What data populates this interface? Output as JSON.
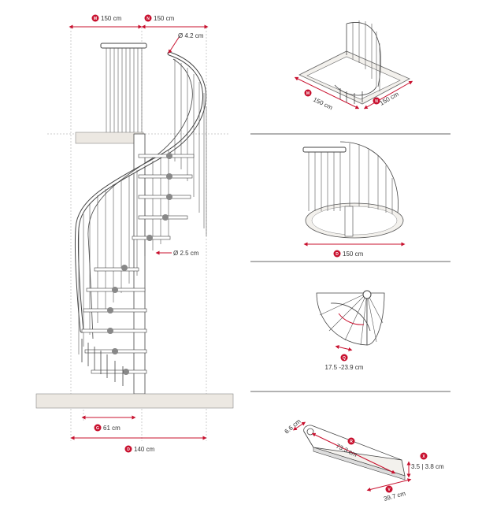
{
  "colors": {
    "accent": "#c8102e",
    "floor": "#ece8e2",
    "line": "#444444"
  },
  "main": {
    "top_width_m": {
      "badge": "M",
      "value": "150 cm"
    },
    "top_width_n": {
      "badge": "N",
      "value": "150 cm"
    },
    "handrail_diameter": "Ø 4.2 cm",
    "baluster_diameter": "Ø 2.5 cm",
    "width_g": {
      "badge": "G",
      "value": "61 cm"
    },
    "width_d": {
      "badge": "D",
      "value": "140 cm"
    }
  },
  "view1": {
    "dim_m": {
      "badge": "M",
      "value": "150 cm"
    },
    "dim_n": {
      "badge": "N",
      "value": "150 cm"
    }
  },
  "view2": {
    "dim_d": {
      "badge": "D",
      "value": "150 cm"
    }
  },
  "view3": {
    "dim_q": {
      "badge": "Q",
      "value": "17.5 -23.9 cm"
    }
  },
  "view4": {
    "dim_top": "6.6 cm",
    "dim_length": {
      "badge": "R",
      "value": "73.3 cm"
    },
    "dim_width": {
      "badge": "V",
      "value": "39.7 cm"
    },
    "dim_thickness": {
      "badge": "X",
      "value": "3.5 | 3.8 cm"
    }
  }
}
